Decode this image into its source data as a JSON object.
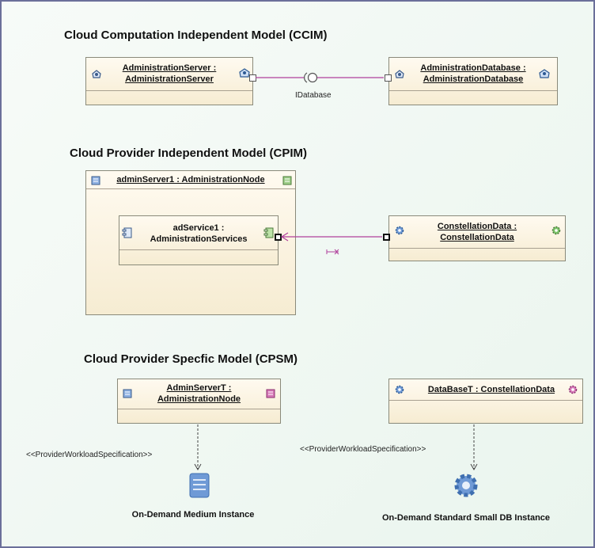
{
  "ccim": {
    "title": "Cloud Computation Independent Model (CCIM)",
    "server_line1": "AdministrationServer :",
    "server_line2": "AdministrationServer",
    "db_line1": "AdministrationDatabase :",
    "db_line2": "AdministrationDatabase",
    "interface_label": "IDatabase"
  },
  "cpim": {
    "title": "Cloud Provider Independent Model (CPIM)",
    "node_label": "adminServer1 : AdministrationNode",
    "service_line1": "adService1 :",
    "service_line2": "AdministrationServices",
    "data_line1": "ConstellationData :",
    "data_line2": "ConstellationData"
  },
  "cpsm": {
    "title": "Cloud Provider Specfic Model (CPSM)",
    "server_line1": "AdminServerT :",
    "server_line2": "AdministrationNode",
    "db_label": "DataBaseT : ConstellationData",
    "stereotype_left": "<<ProviderWorkloadSpecification>>",
    "stereotype_right": "<<ProviderWorkloadSpecification>>",
    "instance_left": "On-Demand Medium Instance",
    "instance_right": "On-Demand Standard Small DB Instance"
  },
  "colors": {
    "connector": "#b0409c",
    "box_fill": "#f6ecd2",
    "border": "#6b6f9a",
    "instance_icon": "#6f9ad6"
  },
  "icons": {
    "component": "cloud-component-icon",
    "node": "node-icon",
    "gear": "gear-icon",
    "server": "server-instance-icon",
    "db_gear": "db-gear-instance-icon"
  }
}
